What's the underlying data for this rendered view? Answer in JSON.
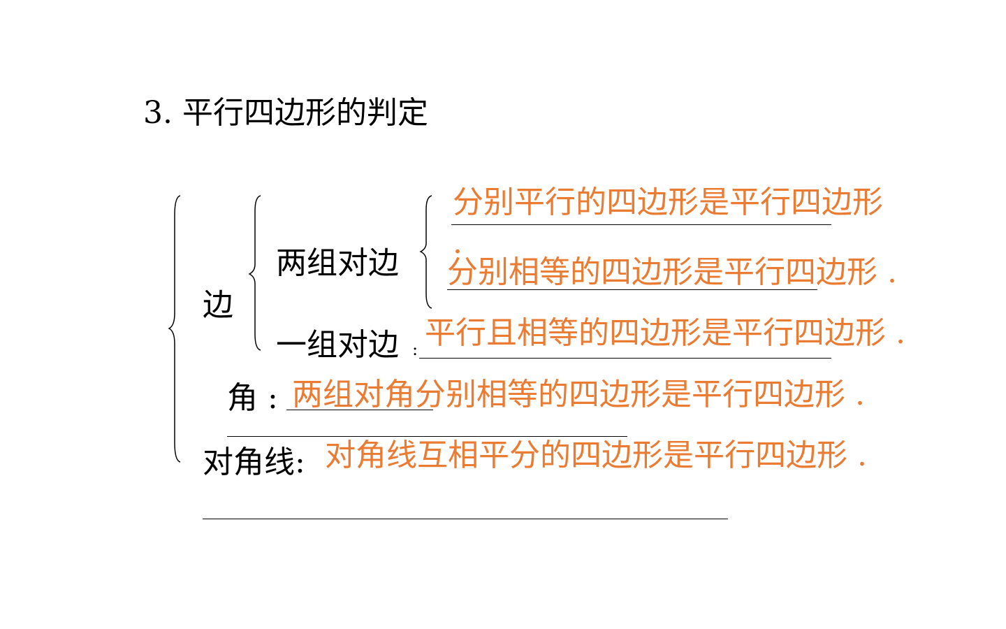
{
  "title": "3. 平行四边形的判定",
  "labels": {
    "side": "边",
    "two_pairs": "两组对边",
    "one_pair": "一组对边",
    "one_pair_colon": ":",
    "angle": "角 :",
    "diagonal": "对角线:"
  },
  "answers": {
    "two_pairs_parallel": "分别平行的四边形是平行四边形",
    "two_pairs_parallel_dot": ".",
    "two_pairs_equal": "分别相等的四边形是平行四边形 .",
    "one_pair": "平行且相等的四边形是平行四边形 .",
    "angle": "两组对角分别相等的四边形是平行四边形 .",
    "diagonal": "对角线互相平分的四边形是平行四边形 ."
  },
  "colors": {
    "text": "#000000",
    "answer": "#ea7b33"
  }
}
